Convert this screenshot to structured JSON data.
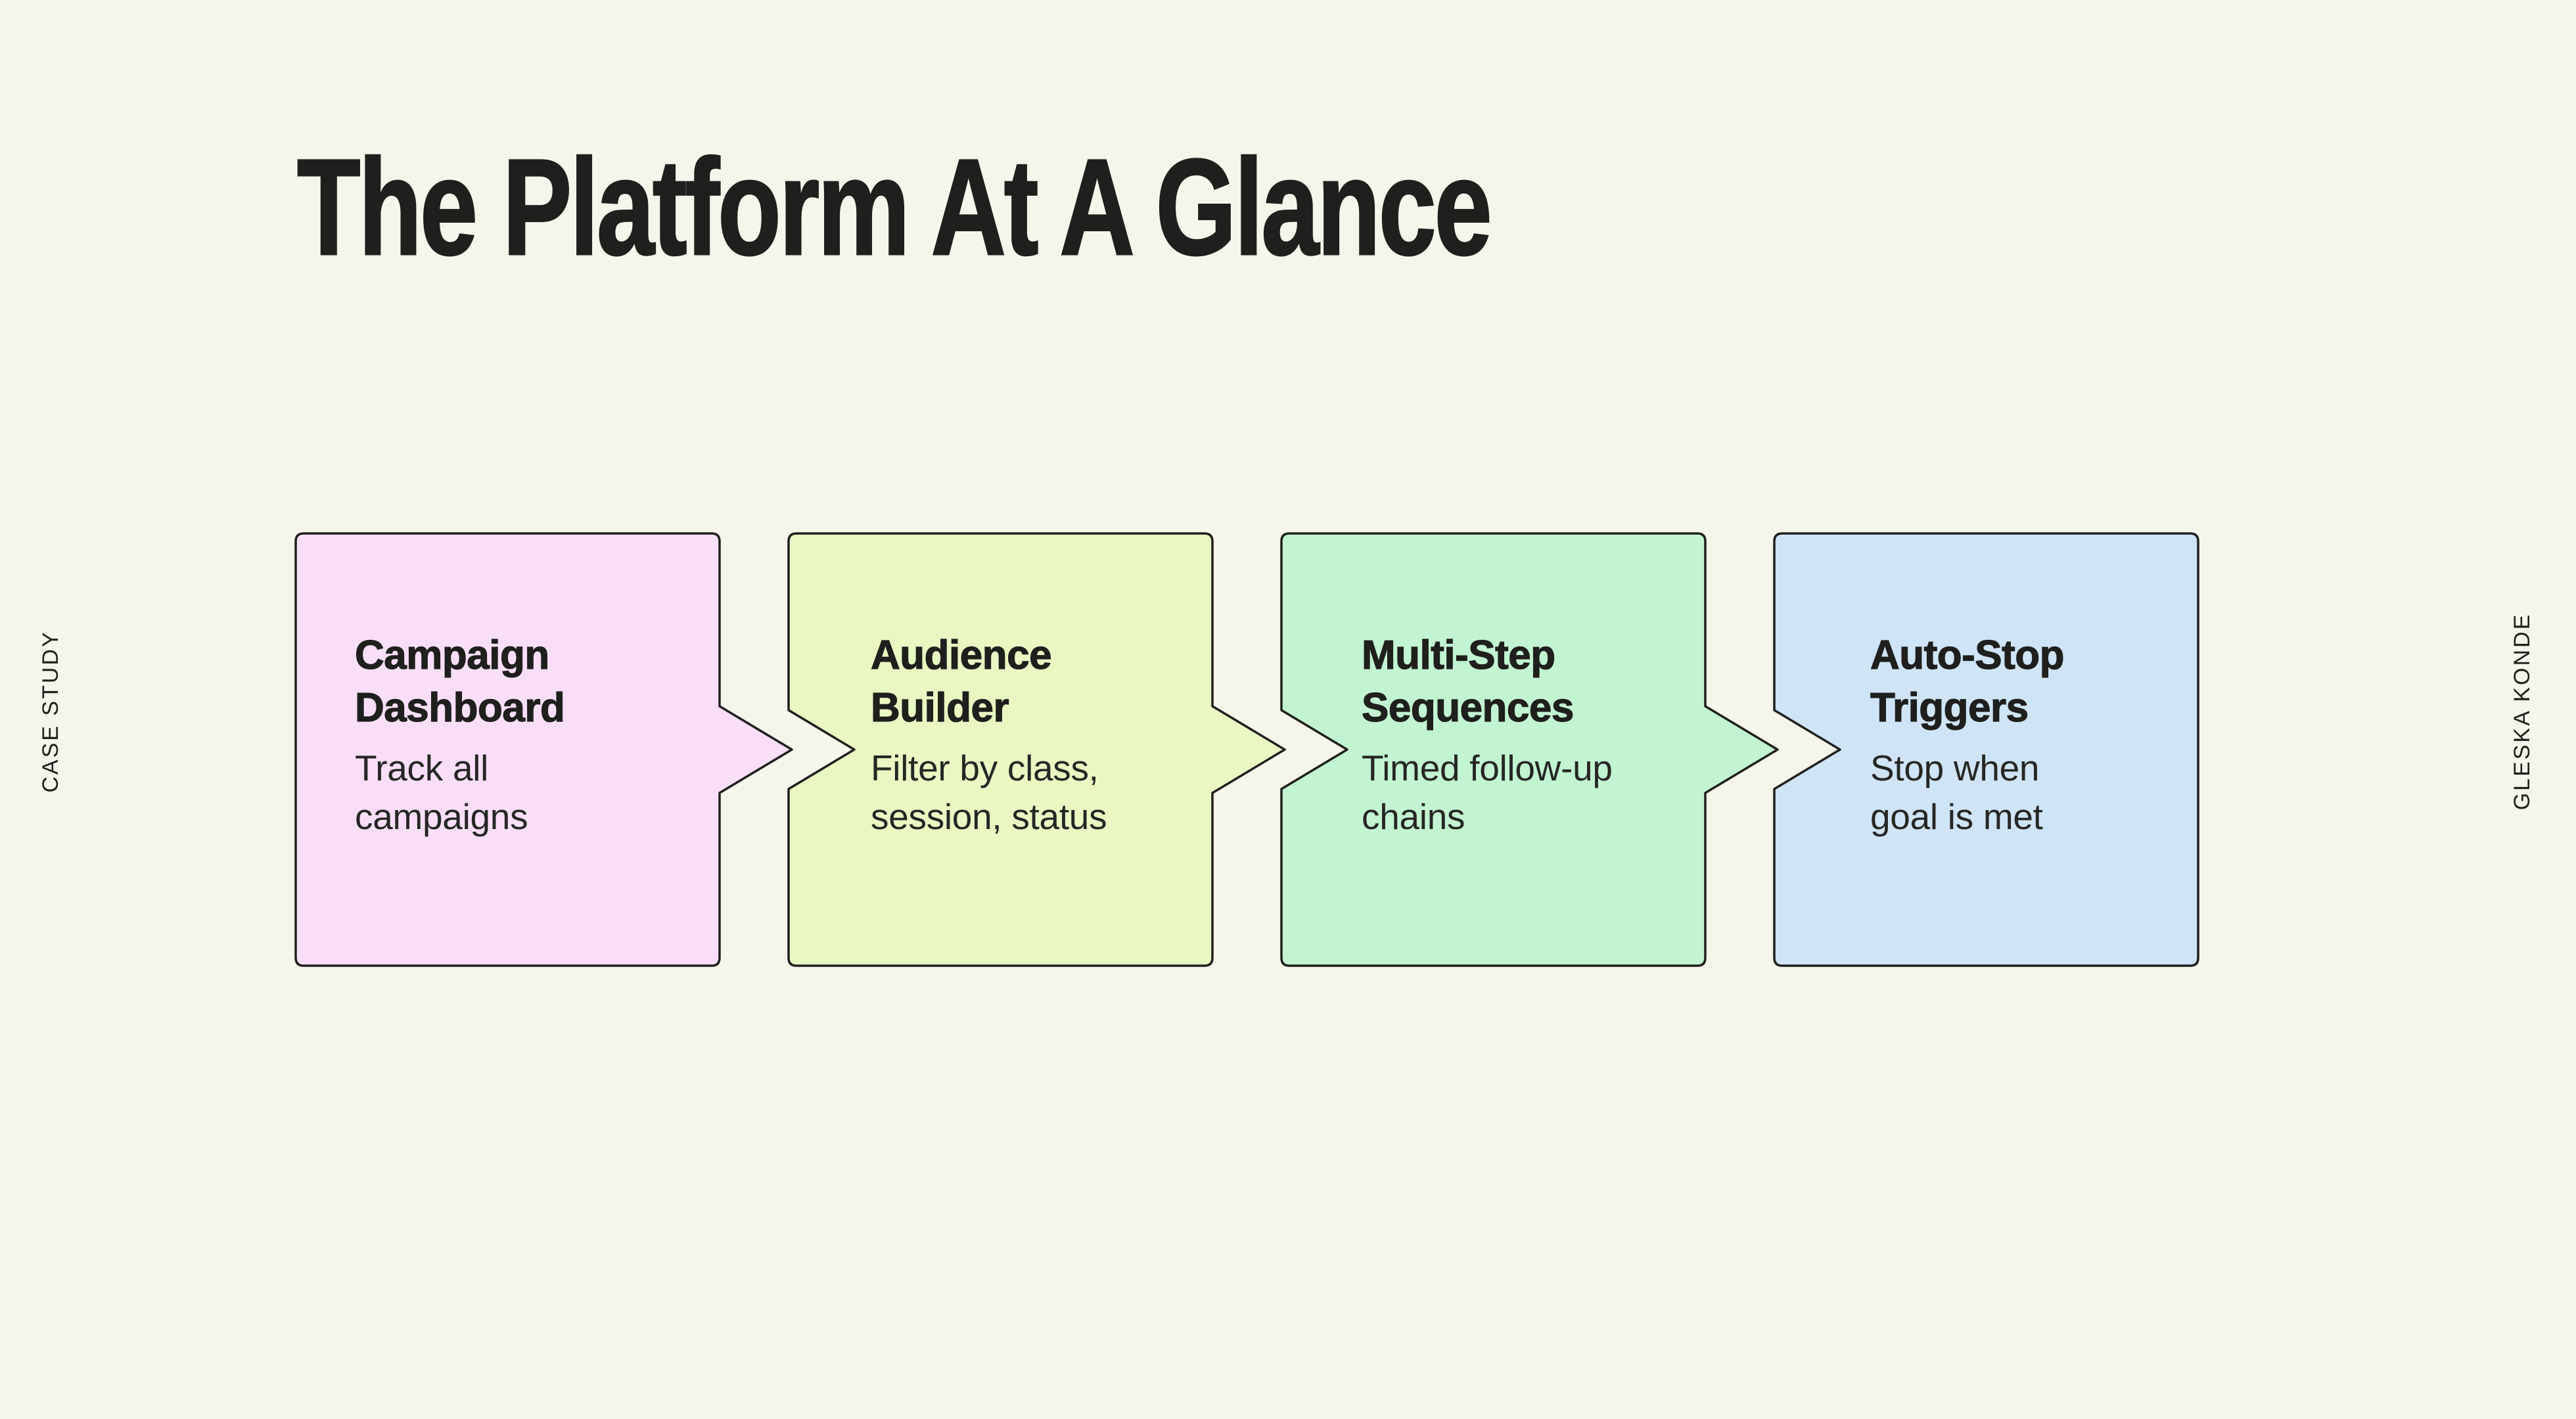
{
  "page": {
    "background_color": "#f5f5ec",
    "ink_color": "#1f1f1d"
  },
  "title": "The Platform At A Glance",
  "side_labels": {
    "left": "CASE STUDY",
    "right": "GLESKA KONDE"
  },
  "flow": {
    "steps": [
      {
        "heading": [
          "Campaign",
          "Dashboard"
        ],
        "body": [
          "Track all",
          "campaigns"
        ],
        "color": "#f8dff7"
      },
      {
        "heading": [
          "Audience",
          "Builder"
        ],
        "body": [
          "Filter by class,",
          "session, status"
        ],
        "color": "#e9f7c3"
      },
      {
        "heading": [
          "Multi-Step",
          "Sequences"
        ],
        "body": [
          "Timed follow-up",
          "chains"
        ],
        "color": "#c2f4d2"
      },
      {
        "heading": [
          "Auto-Stop",
          "Triggers"
        ],
        "body": [
          "Stop when",
          "goal is met"
        ],
        "color": "#cfe4f6"
      }
    ]
  }
}
